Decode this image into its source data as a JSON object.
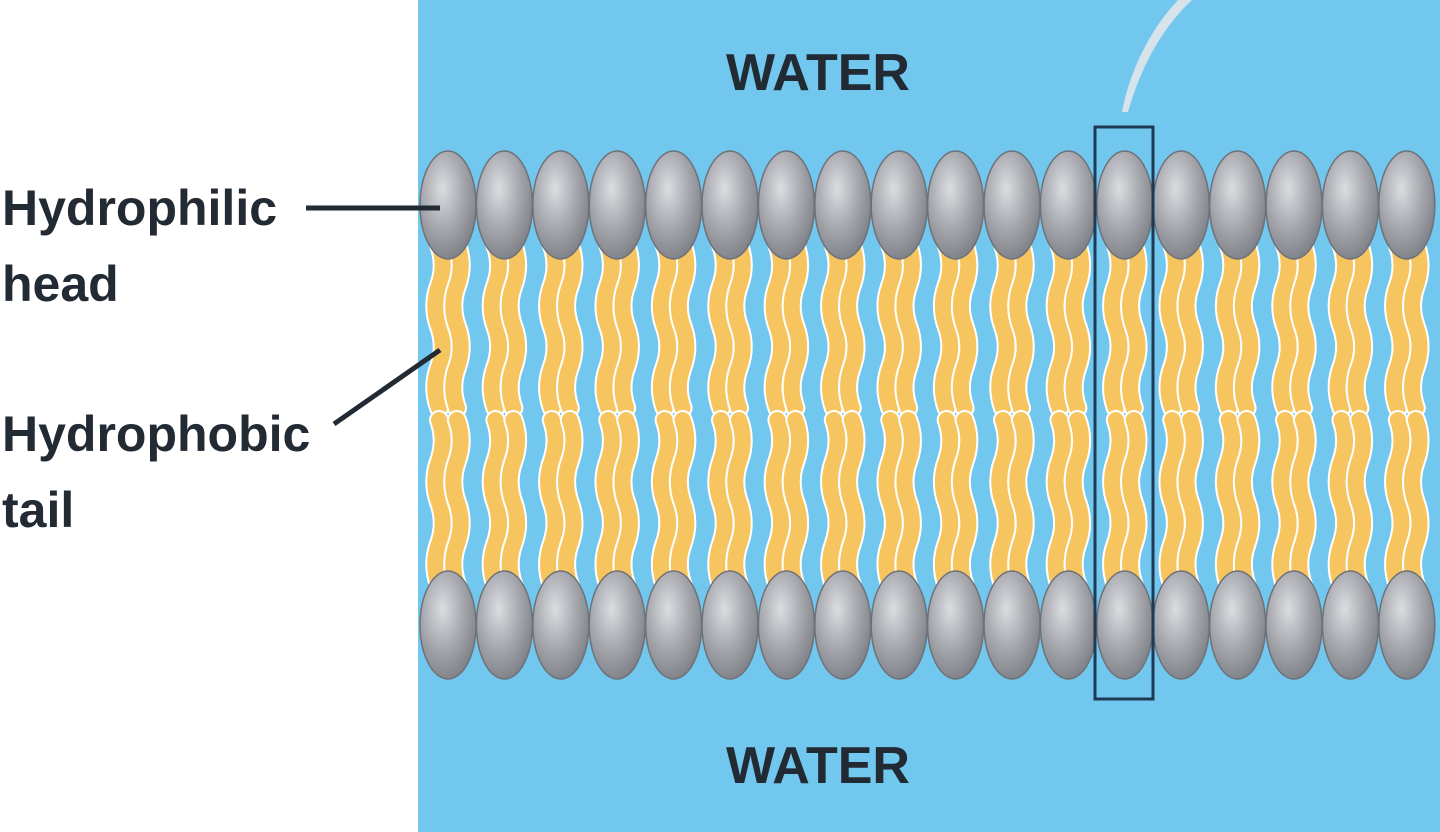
{
  "labels": {
    "water_top": "WATER",
    "water_bottom": "WATER",
    "hydrophilic_line1": "Hydrophilic",
    "hydrophilic_line2": "head",
    "hydrophobic_line1": "Hydrophobic",
    "hydrophobic_line2": "tail"
  },
  "colors": {
    "water": "#72c7ee",
    "head": "#8f9197",
    "head_highlight": "#d8d9dd",
    "tail": "#f7c55f",
    "tail_outline": "#ffffff",
    "label": "#222a33",
    "highlight_box": "#1f3a55"
  },
  "membrane": {
    "phospholipids_per_layer": 18,
    "highlighted_phospholipid_index": 12
  }
}
